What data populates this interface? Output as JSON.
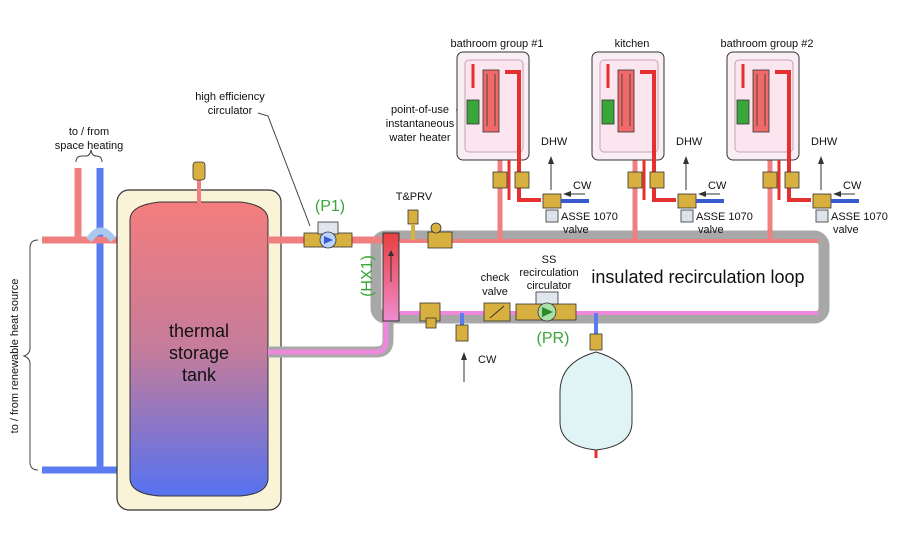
{
  "labels": {
    "space_heating": [
      "to / from",
      "space heating"
    ],
    "renewable_source": "to / from renewable heat source",
    "tank": [
      "thermal",
      "storage",
      "tank"
    ],
    "circulator_hi": [
      "high efficiency",
      "circulator"
    ],
    "p1": "(P1)",
    "hx1": "(HX1)",
    "tprv": "T&PRV",
    "check_valve": [
      "check",
      "valve"
    ],
    "ss_circ": [
      "SS",
      "recirculation",
      "circulator"
    ],
    "pr": "(PR)",
    "loop": "insulated recirculation loop",
    "cw": "CW",
    "pou": [
      "point-of-use",
      "instantaneous",
      "water heater"
    ],
    "fixtures": [
      {
        "name": "bathroom group #1",
        "dhw": "DHW",
        "cw": "CW",
        "valve": [
          "ASSE 1070",
          "valve"
        ]
      },
      {
        "name": "kitchen",
        "dhw": "DHW",
        "cw": "CW",
        "valve": [
          "ASSE 1070",
          "valve"
        ]
      },
      {
        "name": "bathroom group #2",
        "dhw": "DHW",
        "cw": "CW",
        "valve": [
          "ASSE 1070",
          "valve"
        ]
      }
    ]
  },
  "colors": {
    "hot": "#f08080",
    "hot_dark": "#e53030",
    "cold": "#5b7cf0",
    "return": "#ee88dd",
    "insulation": "#a8a8a8",
    "brass": "#d8b040",
    "label_green": "#3aa63a"
  }
}
